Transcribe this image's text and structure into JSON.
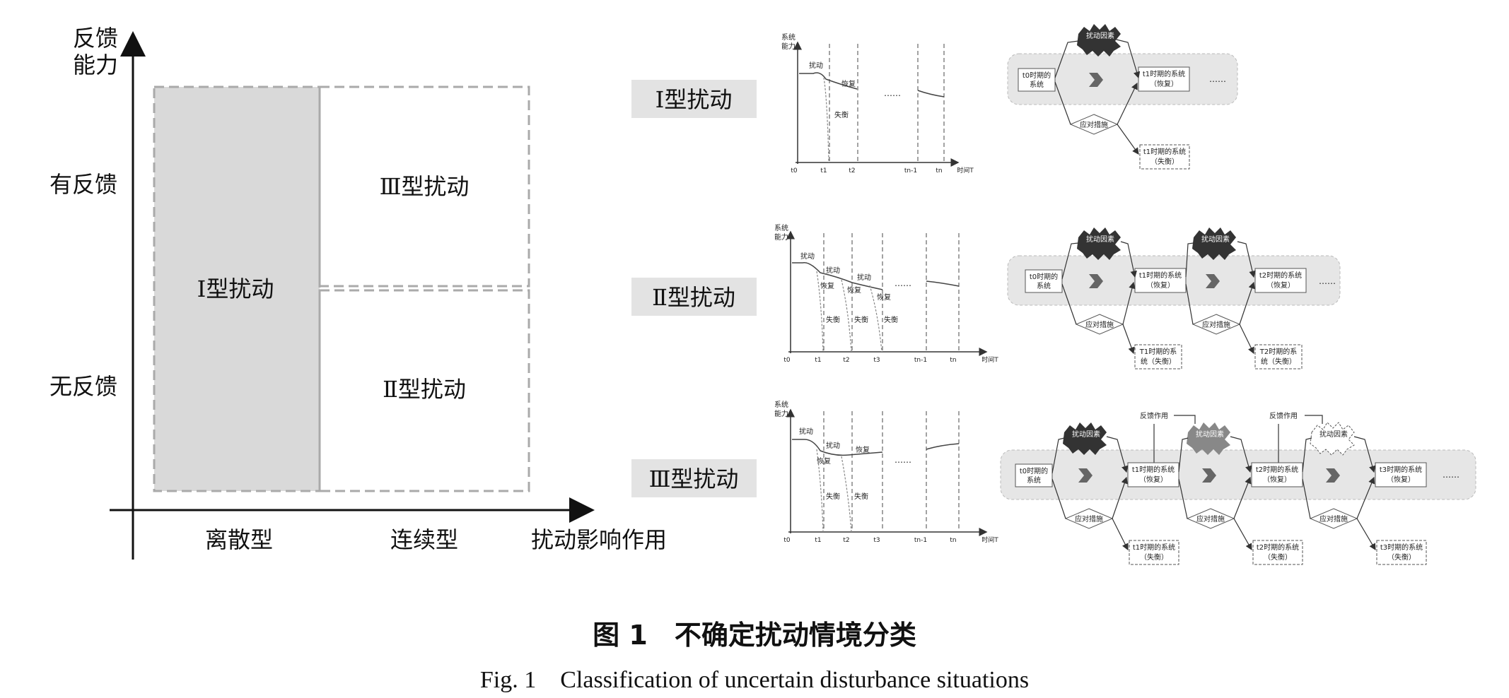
{
  "matrix": {
    "y_axis_label_line1": "反馈",
    "y_axis_label_line2": "能力",
    "row_top": "有反馈",
    "row_bottom": "无反馈",
    "col_left": "离散型",
    "col_mid": "连续型",
    "x_axis_label": "扰动影响作用",
    "cell_discrete": "Ⅰ型扰动",
    "cell_feedback_continuous": "Ⅲ型扰动",
    "cell_nofeedback_continuous": "Ⅱ型扰动"
  },
  "rows": {
    "type1": "Ⅰ型扰动",
    "type2": "Ⅱ型扰动",
    "type3": "Ⅲ型扰动"
  },
  "plot": {
    "ylabel_line1": "系统",
    "ylabel_line2": "能力",
    "xlabel": "时间T",
    "disturb": "扰动",
    "recover": "恢复",
    "fail": "失衡",
    "dots": "……",
    "ticks1": [
      "t0",
      "t1",
      "t2",
      "tn-1",
      "tn"
    ],
    "ticks2": [
      "t0",
      "t1",
      "t2",
      "t3",
      "tn-1",
      "tn"
    ],
    "ticks3": [
      "t0",
      "t1",
      "t2",
      "t3",
      "tn-1",
      "tn"
    ]
  },
  "flow": {
    "factor": "扰动因素",
    "measure": "应对措施",
    "feedback": "反馈作用",
    "t0_line1": "t0时期的",
    "t0_line2": "系统",
    "t1_line1": "t1时期的系统",
    "t2_line1": "t2时期的系统",
    "t3_line1": "t3时期的系统",
    "recover_paren": "（恢复）",
    "fail_paren": "（失衡）",
    "T1_line1": "T1时期的系",
    "T2_line1": "T2时期的系",
    "fail_line2": "统（失衡）",
    "dots": "……"
  },
  "caption": {
    "cn": "图 1　不确定扰动情境分类",
    "en": "Fig. 1　Classification of uncertain disturbance situations"
  }
}
